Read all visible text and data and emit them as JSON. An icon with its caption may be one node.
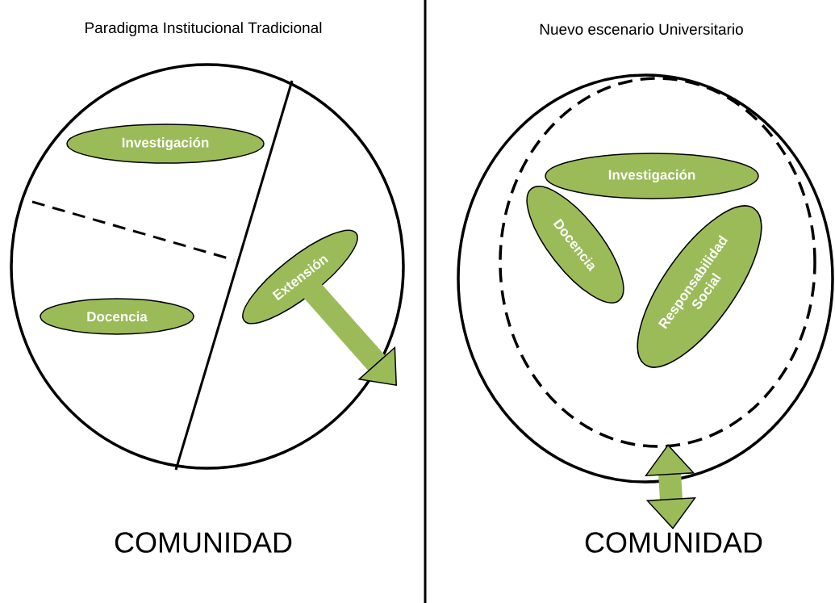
{
  "diagram": {
    "nodes": [
      {
        "text": [],
        "shape": "circle"
      },
      {
        "text": [
          "Investigación"
        ],
        "in": 0
      },
      {
        "text": [
          "Docencia"
        ],
        "in": 0
      },
      {
        "text": [
          "Extensión"
        ],
        "in": 0
      },
      {
        "text": [
          "COMUNIDAD"
        ]
      },
      {
        "text": [],
        "shape": "circle"
      },
      {
        "text": [],
        "shape": "circle",
        "in": 5
      },
      {
        "text": [
          "Investigación"
        ],
        "in": 6
      },
      {
        "text": [
          "Docencia"
        ],
        "in": 6
      },
      {
        "text": [
          "Responsabilidad Social"
        ],
        "in": 6
      },
      {
        "text": [
          "COMUNIDAD"
        ]
      }
    ],
    "edges": [
      {
        "from": 3,
        "to": null,
        "arrow": "to"
      },
      {
        "from": 6,
        "to": 10,
        "arrow": "both"
      }
    ],
    "labels": [
      "Paradigma Institucional Tradicional",
      "Nuevo escenario Universitario"
    ]
  }
}
